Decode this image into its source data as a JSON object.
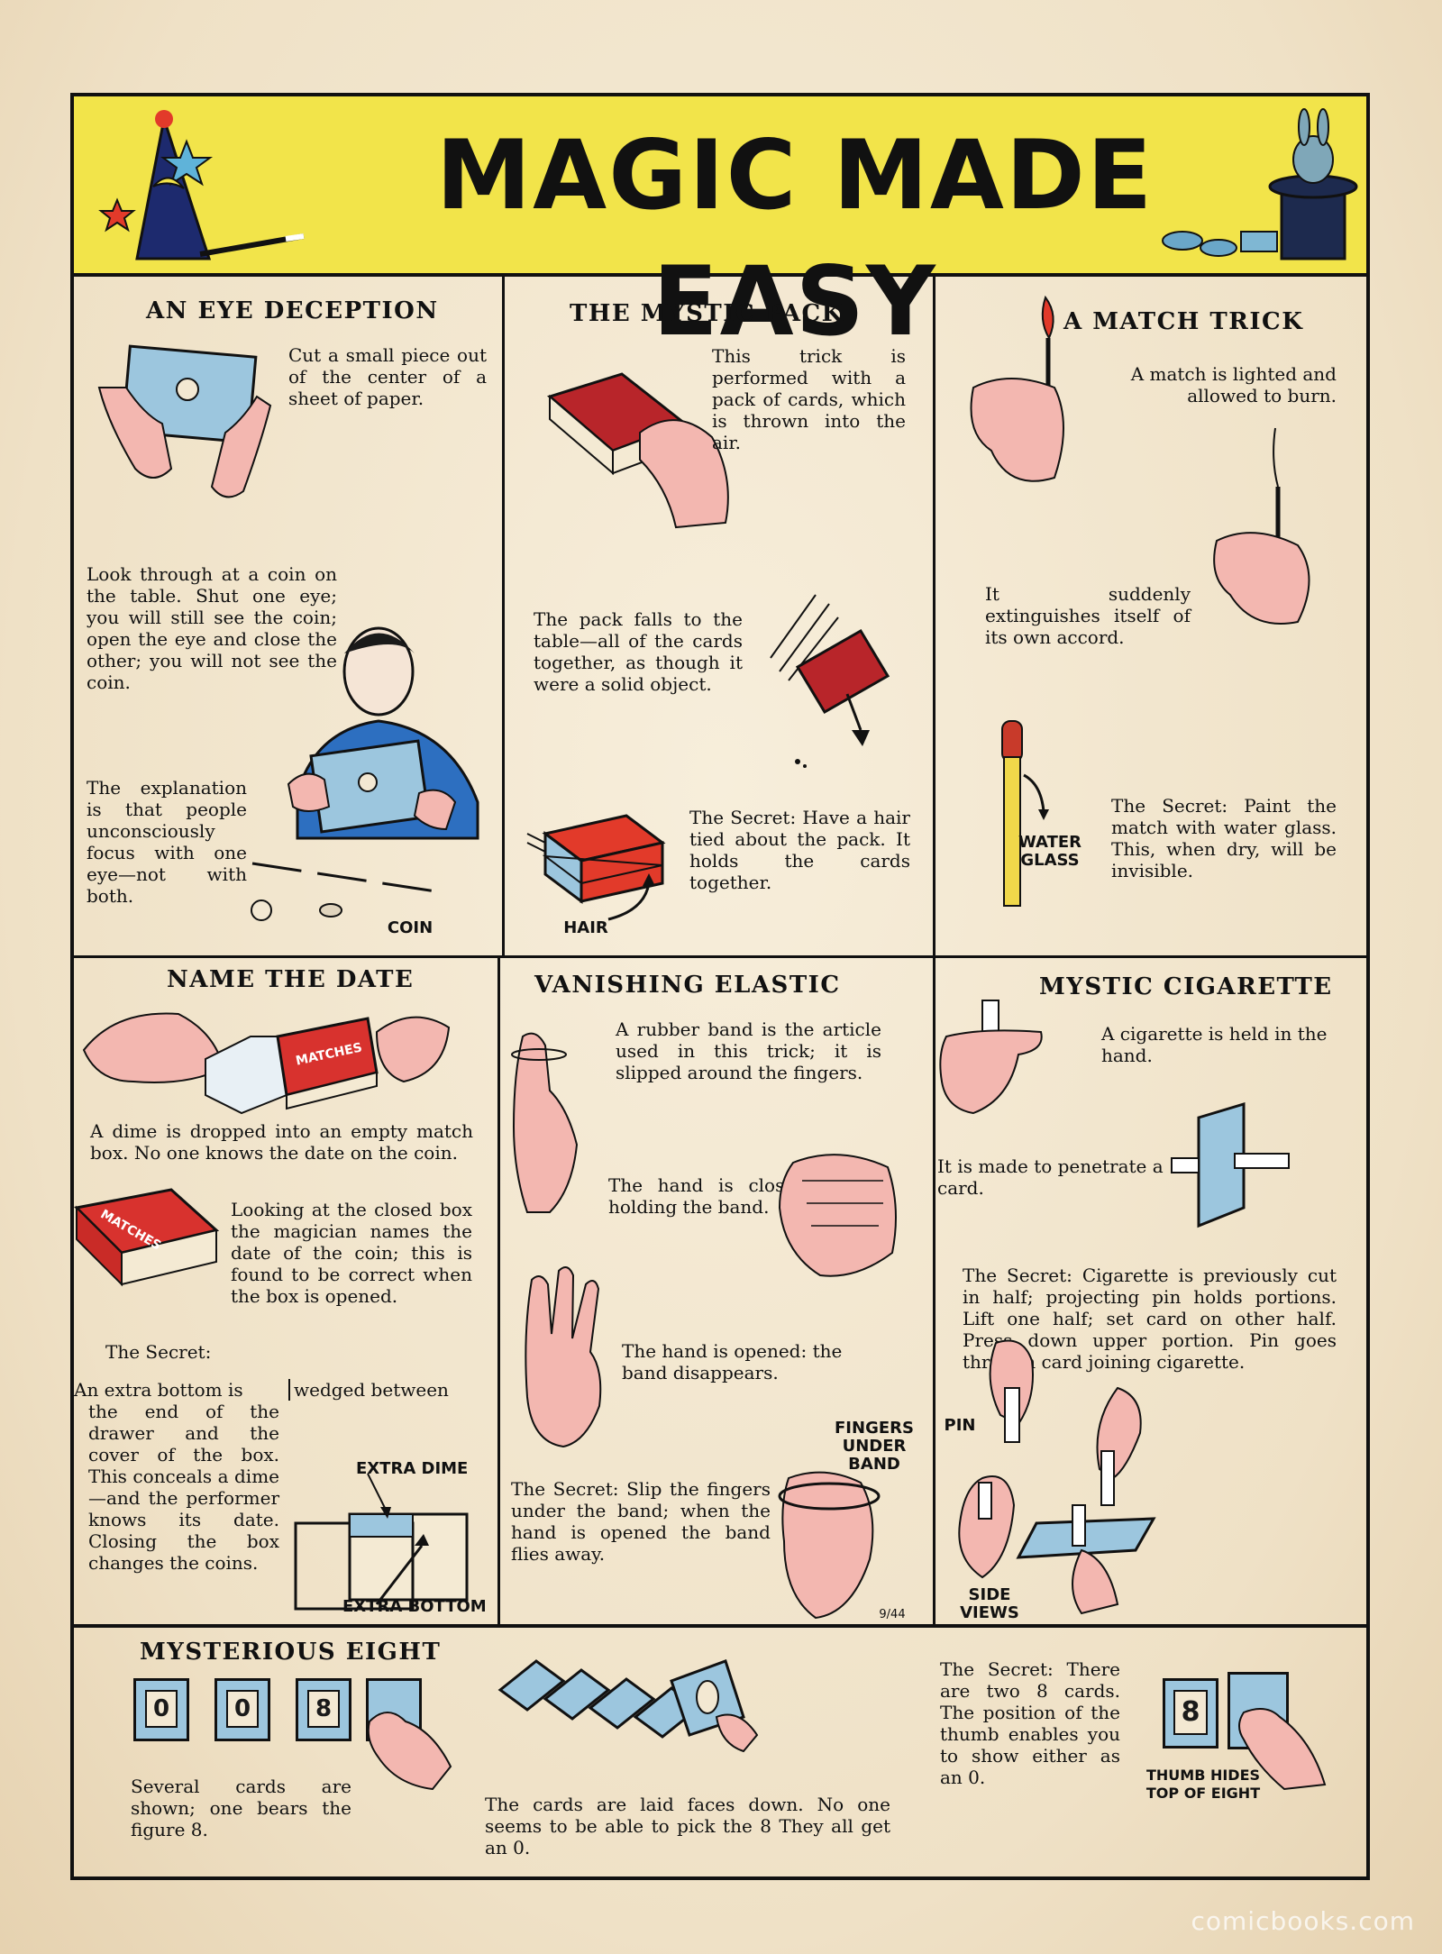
{
  "title": "MAGIC MADE EASY",
  "panels": {
    "eye": {
      "title": "AN EYE DECEPTION",
      "p1": "Cut a small piece out of the center of a sheet of paper.",
      "p2": "Look through at a coin on the table. Shut one eye; you will still see the coin; open the eye and close the other; you will not see the coin.",
      "p3": "The explanation is that people unconsciously focus with one eye—not with both.",
      "label_coin": "COIN"
    },
    "mystic_pack": {
      "title": "THE MYSTIC PACK",
      "p1": "This trick is performed with a pack of cards, which is thrown into the air.",
      "p2": "The pack falls to the table—all of the cards together, as though it were a solid object.",
      "p3": "The Secret: Have a hair tied about the pack. It holds the cards together.",
      "label_hair": "HAIR"
    },
    "match": {
      "title": "A MATCH TRICK",
      "p1": "A match is lighted and allowed to burn.",
      "p2": "It suddenly extinguishes itself of its own accord.",
      "p3": "The Secret: Paint the match with water glass. This, when dry, will be invisible.",
      "label_water_glass": "WATER GLASS"
    },
    "name_date": {
      "title": "NAME THE DATE",
      "p1": "A dime is dropped into an empty match box. No one knows the date on the coin.",
      "p2": "Looking at the closed box the magician names the date of the coin; this is found to be correct when the box is opened.",
      "p3": "The Secret:",
      "p4a": "An extra bottom is",
      "p4b": "wedged between",
      "p5": "the end of the drawer and the cover of the box. This conceals a dime—and the performer knows its date. Closing the box changes the coins.",
      "label_matches": "MATCHES",
      "label_extra_dime": "EXTRA DIME",
      "label_extra_bottom": "EXTRA BOTTOM"
    },
    "elastic": {
      "title": "VANISHING ELASTIC",
      "p1": "A rubber band is the article used in this trick; it is slipped around the fingers.",
      "p2": "The hand is closed holding the band.",
      "p3": "The hand is opened: the band disappears.",
      "p4": "The Secret: Slip the fingers under the band; when the hand is opened the band flies away.",
      "label_fingers": "FINGERS UNDER BAND"
    },
    "cigarette": {
      "title": "MYSTIC CIGARETTE",
      "p1": "A cigarette is held in the hand.",
      "p2": "It is made to penetrate a card.",
      "p3": "The Secret: Cigarette is previously cut in half; projecting pin holds portions. Lift one half; set card on other half. Press down upper portion. Pin goes through card joining cigarette.",
      "label_pin": "PIN",
      "label_side_views": "SIDE VIEWS"
    },
    "eight": {
      "title": "MYSTERIOUS EIGHT",
      "p1": "Several cards are shown; one bears the figure 8.",
      "p2": "The cards are laid faces down. No one seems to be able to pick the 8   They all get an 0.",
      "p3": "The Secret: There are two 8 cards. The position of the thumb enables you to show either as an 0.",
      "label_thumb": "THUMB HIDES TOP OF EIGHT",
      "card_o": "0",
      "card_8": "8"
    }
  },
  "signature": "9/44",
  "watermark": "comicbooks.com",
  "colors": {
    "banner_yellow": "#f2e44a",
    "card_blue": "#9cc6de",
    "card_red": "#d8322e",
    "skin_pink": "#f3b7b0",
    "match_yellow": "#f0d84a",
    "jacket_blue": "#2d6fc0"
  }
}
